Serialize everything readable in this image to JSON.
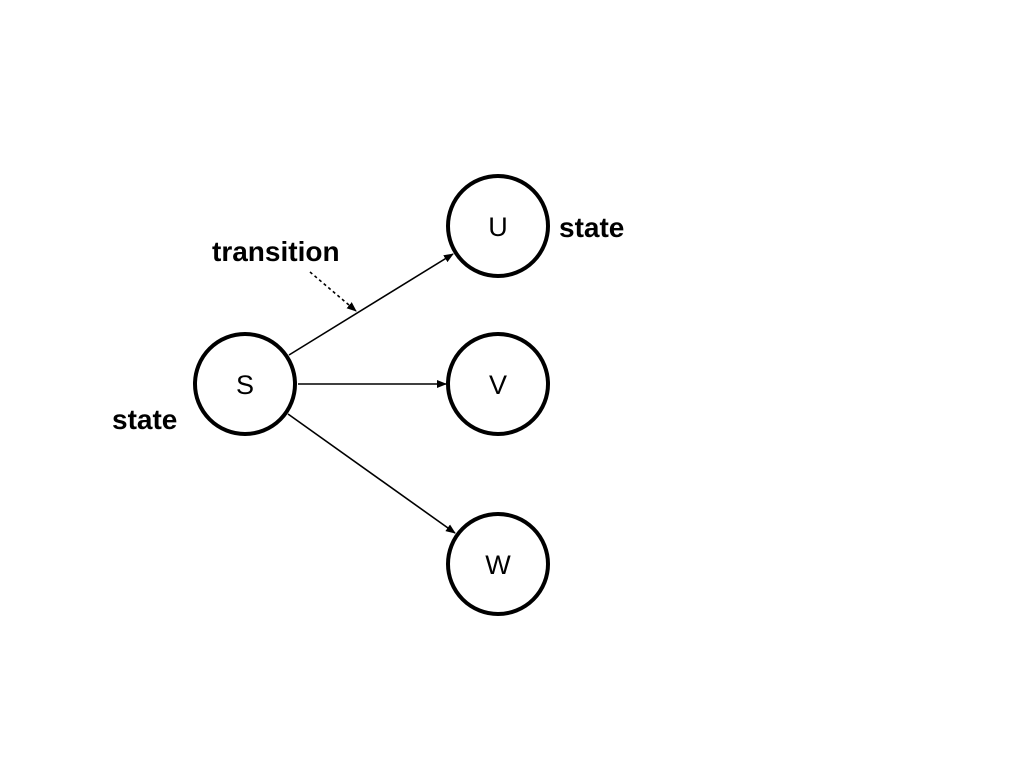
{
  "diagram": {
    "nodes": {
      "s": {
        "label": "S"
      },
      "u": {
        "label": "U"
      },
      "v": {
        "label": "V"
      },
      "w": {
        "label": "W"
      }
    },
    "edges": [
      {
        "from": "S",
        "to": "U"
      },
      {
        "from": "S",
        "to": "V"
      },
      {
        "from": "S",
        "to": "W"
      }
    ],
    "annotations": {
      "transition": "transition",
      "state_left": "state",
      "state_right": "state"
    },
    "colors": {
      "stroke": "#000000",
      "background": "#ffffff"
    }
  }
}
